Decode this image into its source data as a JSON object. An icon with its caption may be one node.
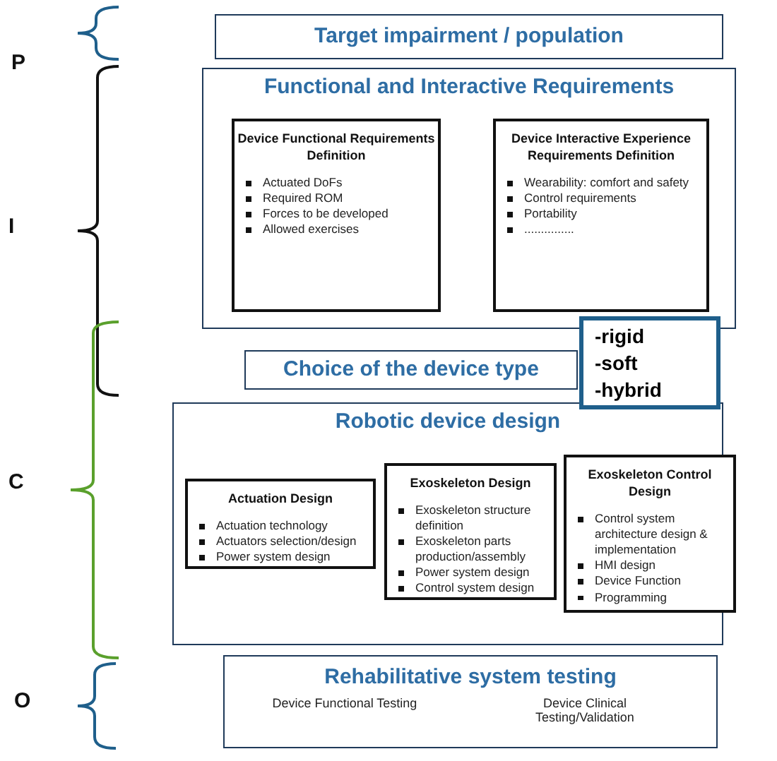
{
  "diagram": {
    "nodes": [
      {
        "text": [
          "Target impairment / population"
        ]
      },
      {
        "text": [
          "Functional and Interactive Requirements"
        ]
      },
      {
        "text": [
          "Device Functional Requirements Definition",
          "Actuated DoFs",
          "Required ROM",
          "Forces to be developed",
          "Allowed exercises"
        ],
        "in": 1
      },
      {
        "text": [
          "Device Interactive Experience Requirements Definition",
          "Wearability: comfort and safety",
          "Control requirements",
          "Portability",
          "..............."
        ],
        "in": 1
      },
      {
        "text": [
          "Choice of the device type"
        ]
      },
      {
        "text": [
          "-rigid",
          "-soft",
          "-hybrid"
        ]
      },
      {
        "text": [
          "Robotic device design"
        ]
      },
      {
        "text": [
          "Actuation Design",
          "Actuation technology",
          "Actuators selection/design",
          "Power system design"
        ],
        "in": 6
      },
      {
        "text": [
          "Exoskeleton  Design",
          "Exoskeleton structure definition",
          "Exoskeleton parts production/assembly",
          "Power system design",
          "Control system design"
        ],
        "in": 6
      },
      {
        "text": [
          "Exoskeleton  Control Design",
          "Control system architecture design & implementation",
          "HMI design",
          "Device Function",
          "Programming"
        ],
        "in": 6
      },
      {
        "text": [
          "Rehabilitative system testing",
          "Device Functional Testing",
          "Device Clinical Testing/Validation"
        ]
      }
    ],
    "edges": [],
    "labels": [
      "P",
      "I",
      "C",
      "O"
    ]
  }
}
